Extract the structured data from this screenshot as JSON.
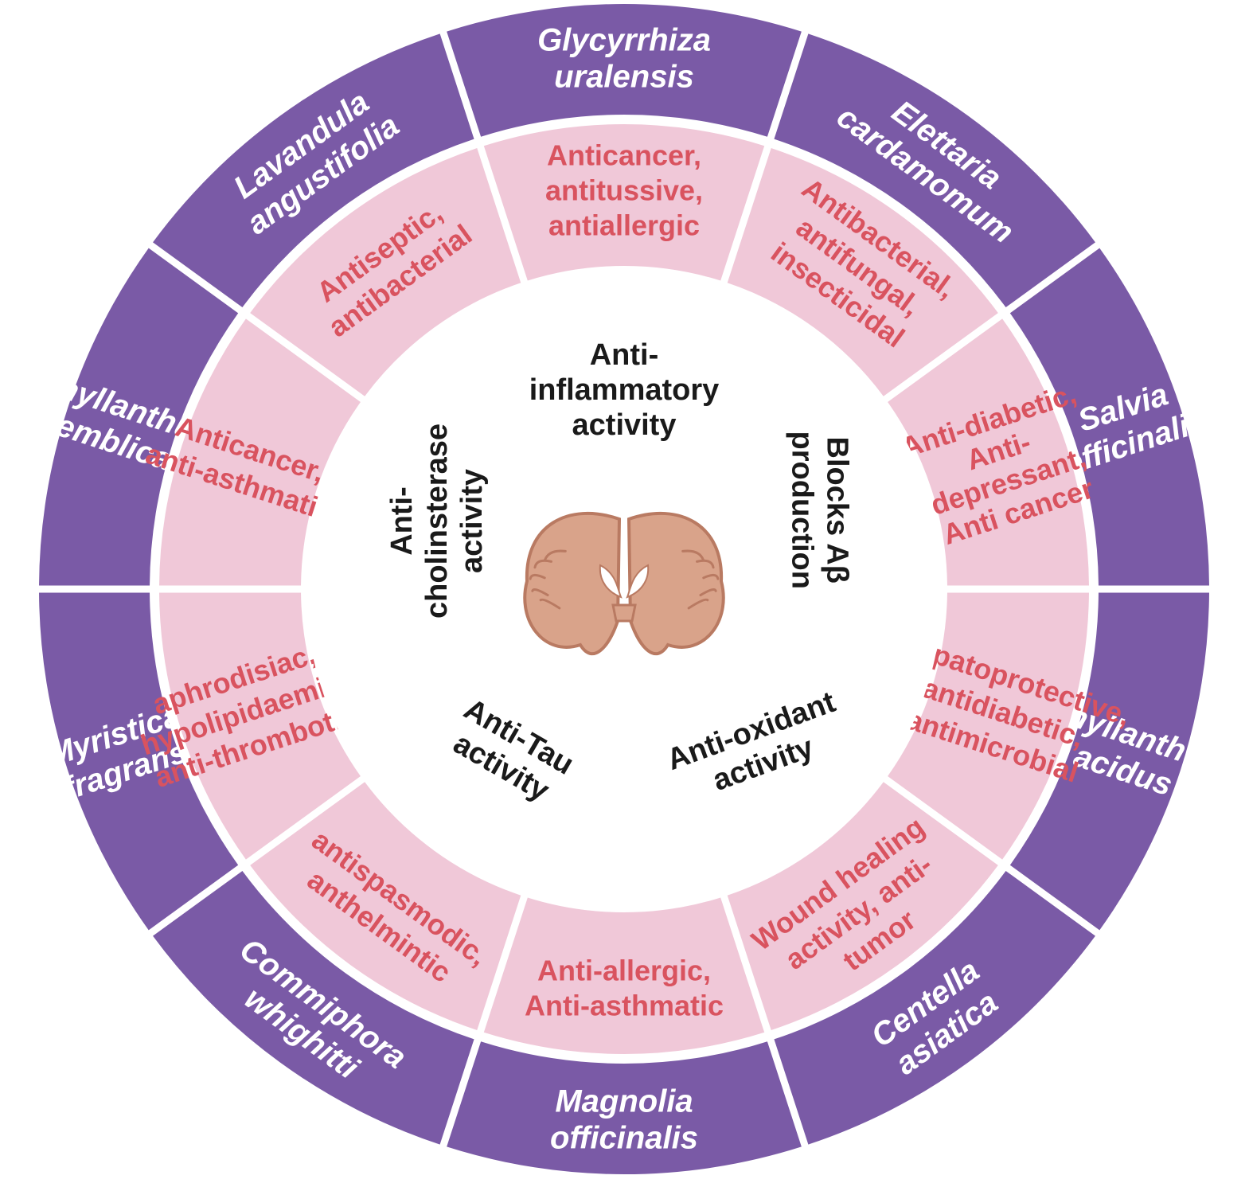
{
  "colors": {
    "outer_ring": "#7a5aa6",
    "inner_ring": "#f0c8d8",
    "property_text": "#d9535f",
    "activity_text": "#1a1a1a",
    "center_fill": "#ffffff",
    "brain_fill": "#d9a38a",
    "brain_stroke": "#b97a62"
  },
  "plants": [
    {
      "label": [
        "Glycyrrhiza",
        "uralensis"
      ],
      "properties": [
        "Anticancer,",
        "antitussive,",
        "antiallergic"
      ]
    },
    {
      "label": [
        "Elettaria",
        "cardamomum"
      ],
      "properties": [
        "Antibacterial,",
        "antifungal,",
        "insecticidal"
      ]
    },
    {
      "label": [
        "Salvia",
        "officinalis"
      ],
      "properties": [
        "Anti-diabetic,",
        "Anti-",
        "depressant,",
        "Anti cancer"
      ]
    },
    {
      "label": [
        "Phyllanthus",
        "acidus"
      ],
      "properties": [
        "Hepatoprotective,",
        "antidiabetic,",
        "antimicrobial"
      ]
    },
    {
      "label": [
        "Centella",
        "asiatica"
      ],
      "properties": [
        "Wound healing",
        "activity, anti-",
        "tumor"
      ]
    },
    {
      "label": [
        "Magnolia",
        "officinalis"
      ],
      "properties": [
        "Anti-allergic,",
        "Anti-asthmatic"
      ]
    },
    {
      "label": [
        "Commiphora",
        "whighitti"
      ],
      "properties": [
        "antispasmodic,",
        "anthelmintic"
      ]
    },
    {
      "label": [
        "Myristica",
        "fragrans"
      ],
      "properties": [
        "aphrodisiac,",
        "hypolipidaemic,",
        "anti-thrombotic"
      ]
    },
    {
      "label": [
        "Phyllanthus",
        "emblica"
      ],
      "properties": [
        "Anticancer,",
        "anti-asthmatic"
      ]
    },
    {
      "label": [
        "Lavandula",
        "angustifolia"
      ],
      "properties": [
        "Antiseptic,",
        "antibacterial"
      ]
    }
  ],
  "activities": [
    {
      "lines": [
        "Anti-",
        "inflammatory",
        "activity"
      ]
    },
    {
      "lines": [
        "Blocks Aβ",
        "production"
      ]
    },
    {
      "lines": [
        "Anti-oxidant",
        "activity"
      ]
    },
    {
      "lines": [
        "Anti-Tau",
        "activity"
      ]
    },
    {
      "lines": [
        "Anti-",
        "cholinsterase",
        "activity"
      ]
    }
  ],
  "center_icon": "brain-coronal-section-icon"
}
